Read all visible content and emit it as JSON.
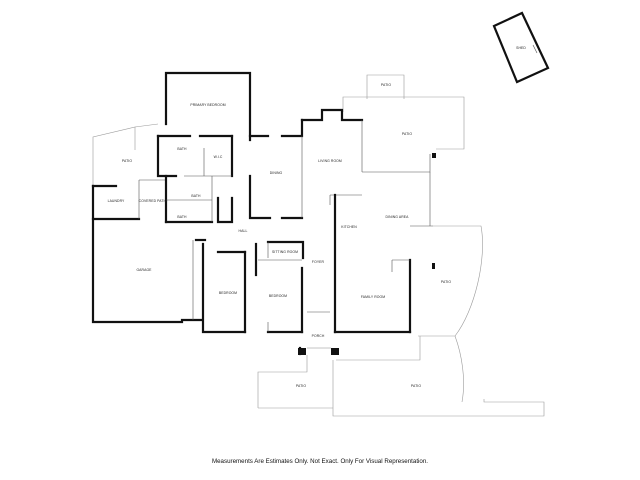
{
  "rooms": {
    "shed": "SHED",
    "patio_top": "PATIO",
    "primary_bedroom": "PRIMARY BEDROOM",
    "patio_ne": "PATIO",
    "patio_west": "PATIO",
    "bath_1": "BATH",
    "wic": "W.I.C",
    "dining": "DINING",
    "living_room": "LIVING ROOM",
    "laundry": "LAUNDRY",
    "covered_patio": "COVERED PATIO",
    "bath_2": "BATH",
    "bath_3": "BATH",
    "kitchen": "KITCHEN",
    "dining_area": "DINING AREA",
    "hall": "HALL",
    "sitting_room": "SITTING ROOM",
    "foyer": "FOYER",
    "garage": "GARAGE",
    "bedroom_1": "BEDROOM",
    "bedroom_2": "BEDROOM",
    "family_room": "FAMILY ROOM",
    "patio_east": "PATIO",
    "porch": "PORCH",
    "patio_sw": "PATIO",
    "patio_south": "PATIO"
  },
  "footer": "Measurements Are Estimates Only. Not Exact. Only For Visual Representation."
}
